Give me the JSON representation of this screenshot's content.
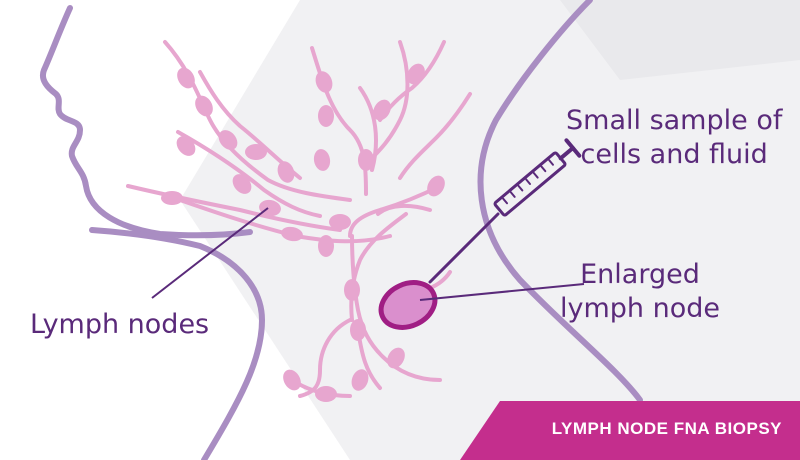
{
  "labels": {
    "lymph_nodes": "Lymph nodes",
    "sample_line1": "Small sample of",
    "sample_line2": "cells and fluid",
    "enlarged_line1": "Enlarged",
    "enlarged_line2": "lymph node"
  },
  "banner": {
    "title": "LYMPH NODE FNA BIOPSY"
  },
  "colors": {
    "outline": "#a98dc2",
    "vessel": "#e7a6cf",
    "node": "#e7a6cf",
    "enlarged_node_fill": "#da8fcd",
    "enlarged_node_stroke": "#a01e84",
    "needle": "#5a2a7a",
    "text": "#5a2a7a",
    "banner": "#c42e8d",
    "background_band": "#efeff1"
  }
}
